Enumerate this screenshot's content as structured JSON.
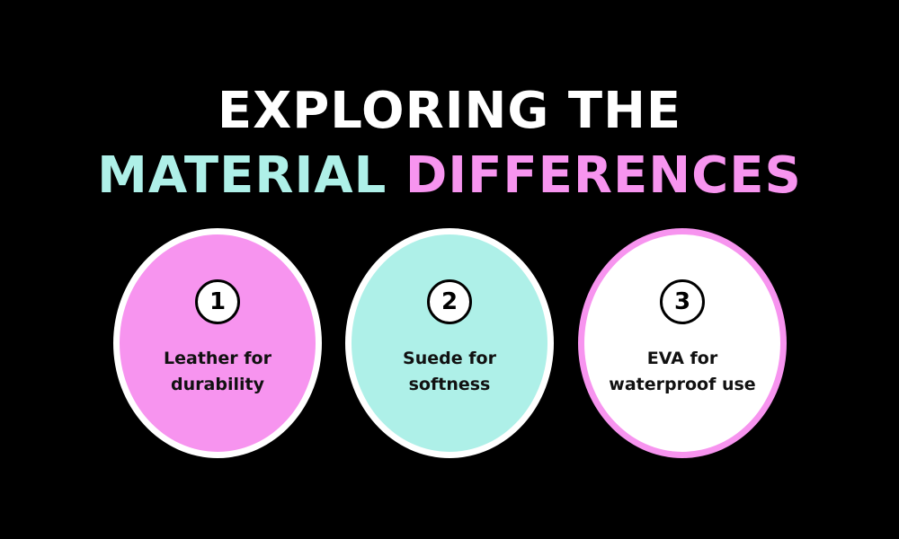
{
  "title": {
    "line1": "EXPLORING THE",
    "line2_part1": "MATERIAL",
    "line2_part2": "DIFFERENCES"
  },
  "colors": {
    "background": "#000000",
    "teal": "#aef0e8",
    "pink": "#f794ef",
    "white": "#ffffff"
  },
  "cards": [
    {
      "number": "1",
      "line1": "Leather for",
      "line2": "durability"
    },
    {
      "number": "2",
      "line1": "Suede for",
      "line2": "softness"
    },
    {
      "number": "3",
      "line1": "EVA for",
      "line2": "waterproof use"
    }
  ]
}
